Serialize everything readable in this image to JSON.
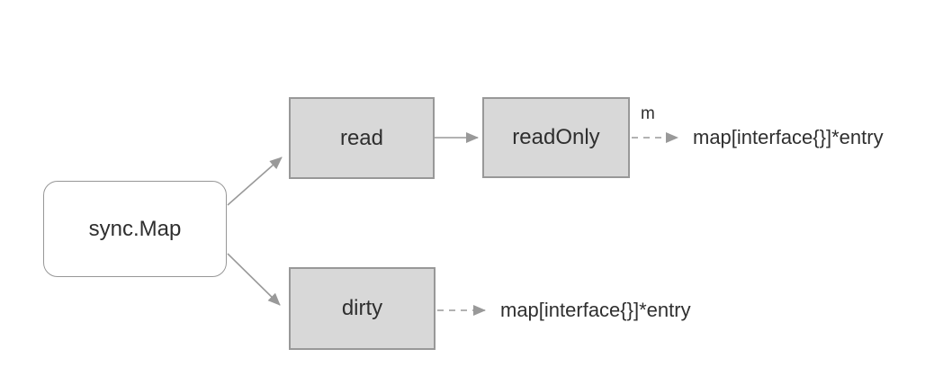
{
  "diagram": {
    "nodes": {
      "sync_map": {
        "label": "sync.Map"
      },
      "read": {
        "label": "read"
      },
      "read_only": {
        "label": "readOnly"
      },
      "dirty": {
        "label": "dirty"
      }
    },
    "edge_labels": {
      "read_only_to_type": "m"
    },
    "type_texts": {
      "read_only_target": "map[interface{}]*entry",
      "dirty_target": "map[interface{}]*entry"
    },
    "colors": {
      "background": "#ffffff",
      "node_fill": "#d8d8d8",
      "node_border": "#979797",
      "arrow": "#999999",
      "text": "#2f2f2f"
    }
  }
}
